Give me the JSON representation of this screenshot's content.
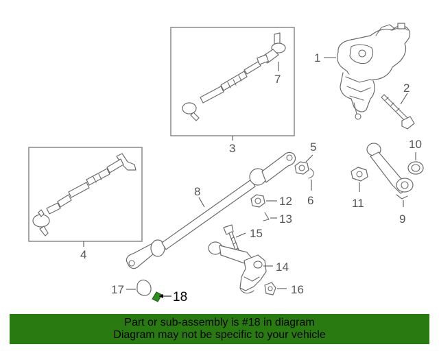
{
  "callouts": {
    "c1": "1",
    "c2": "2",
    "c3": "3",
    "c4": "4",
    "c5": "5",
    "c6": "6",
    "c7": "7",
    "c8": "8",
    "c9": "9",
    "c10": "10",
    "c11": "11",
    "c12": "12",
    "c13": "13",
    "c14": "14",
    "c15": "15",
    "c16": "16",
    "c17": "17",
    "c18": "18"
  },
  "highlighted_part": "18",
  "banner": {
    "line1": "Part or sub-assembly is #18 in diagram",
    "line2": "Diagram may not be specific to your vehicle",
    "color": "#2a7a12"
  },
  "colors": {
    "highlight_part": "#2e8b1e",
    "line_art": "#6a6a6a"
  }
}
